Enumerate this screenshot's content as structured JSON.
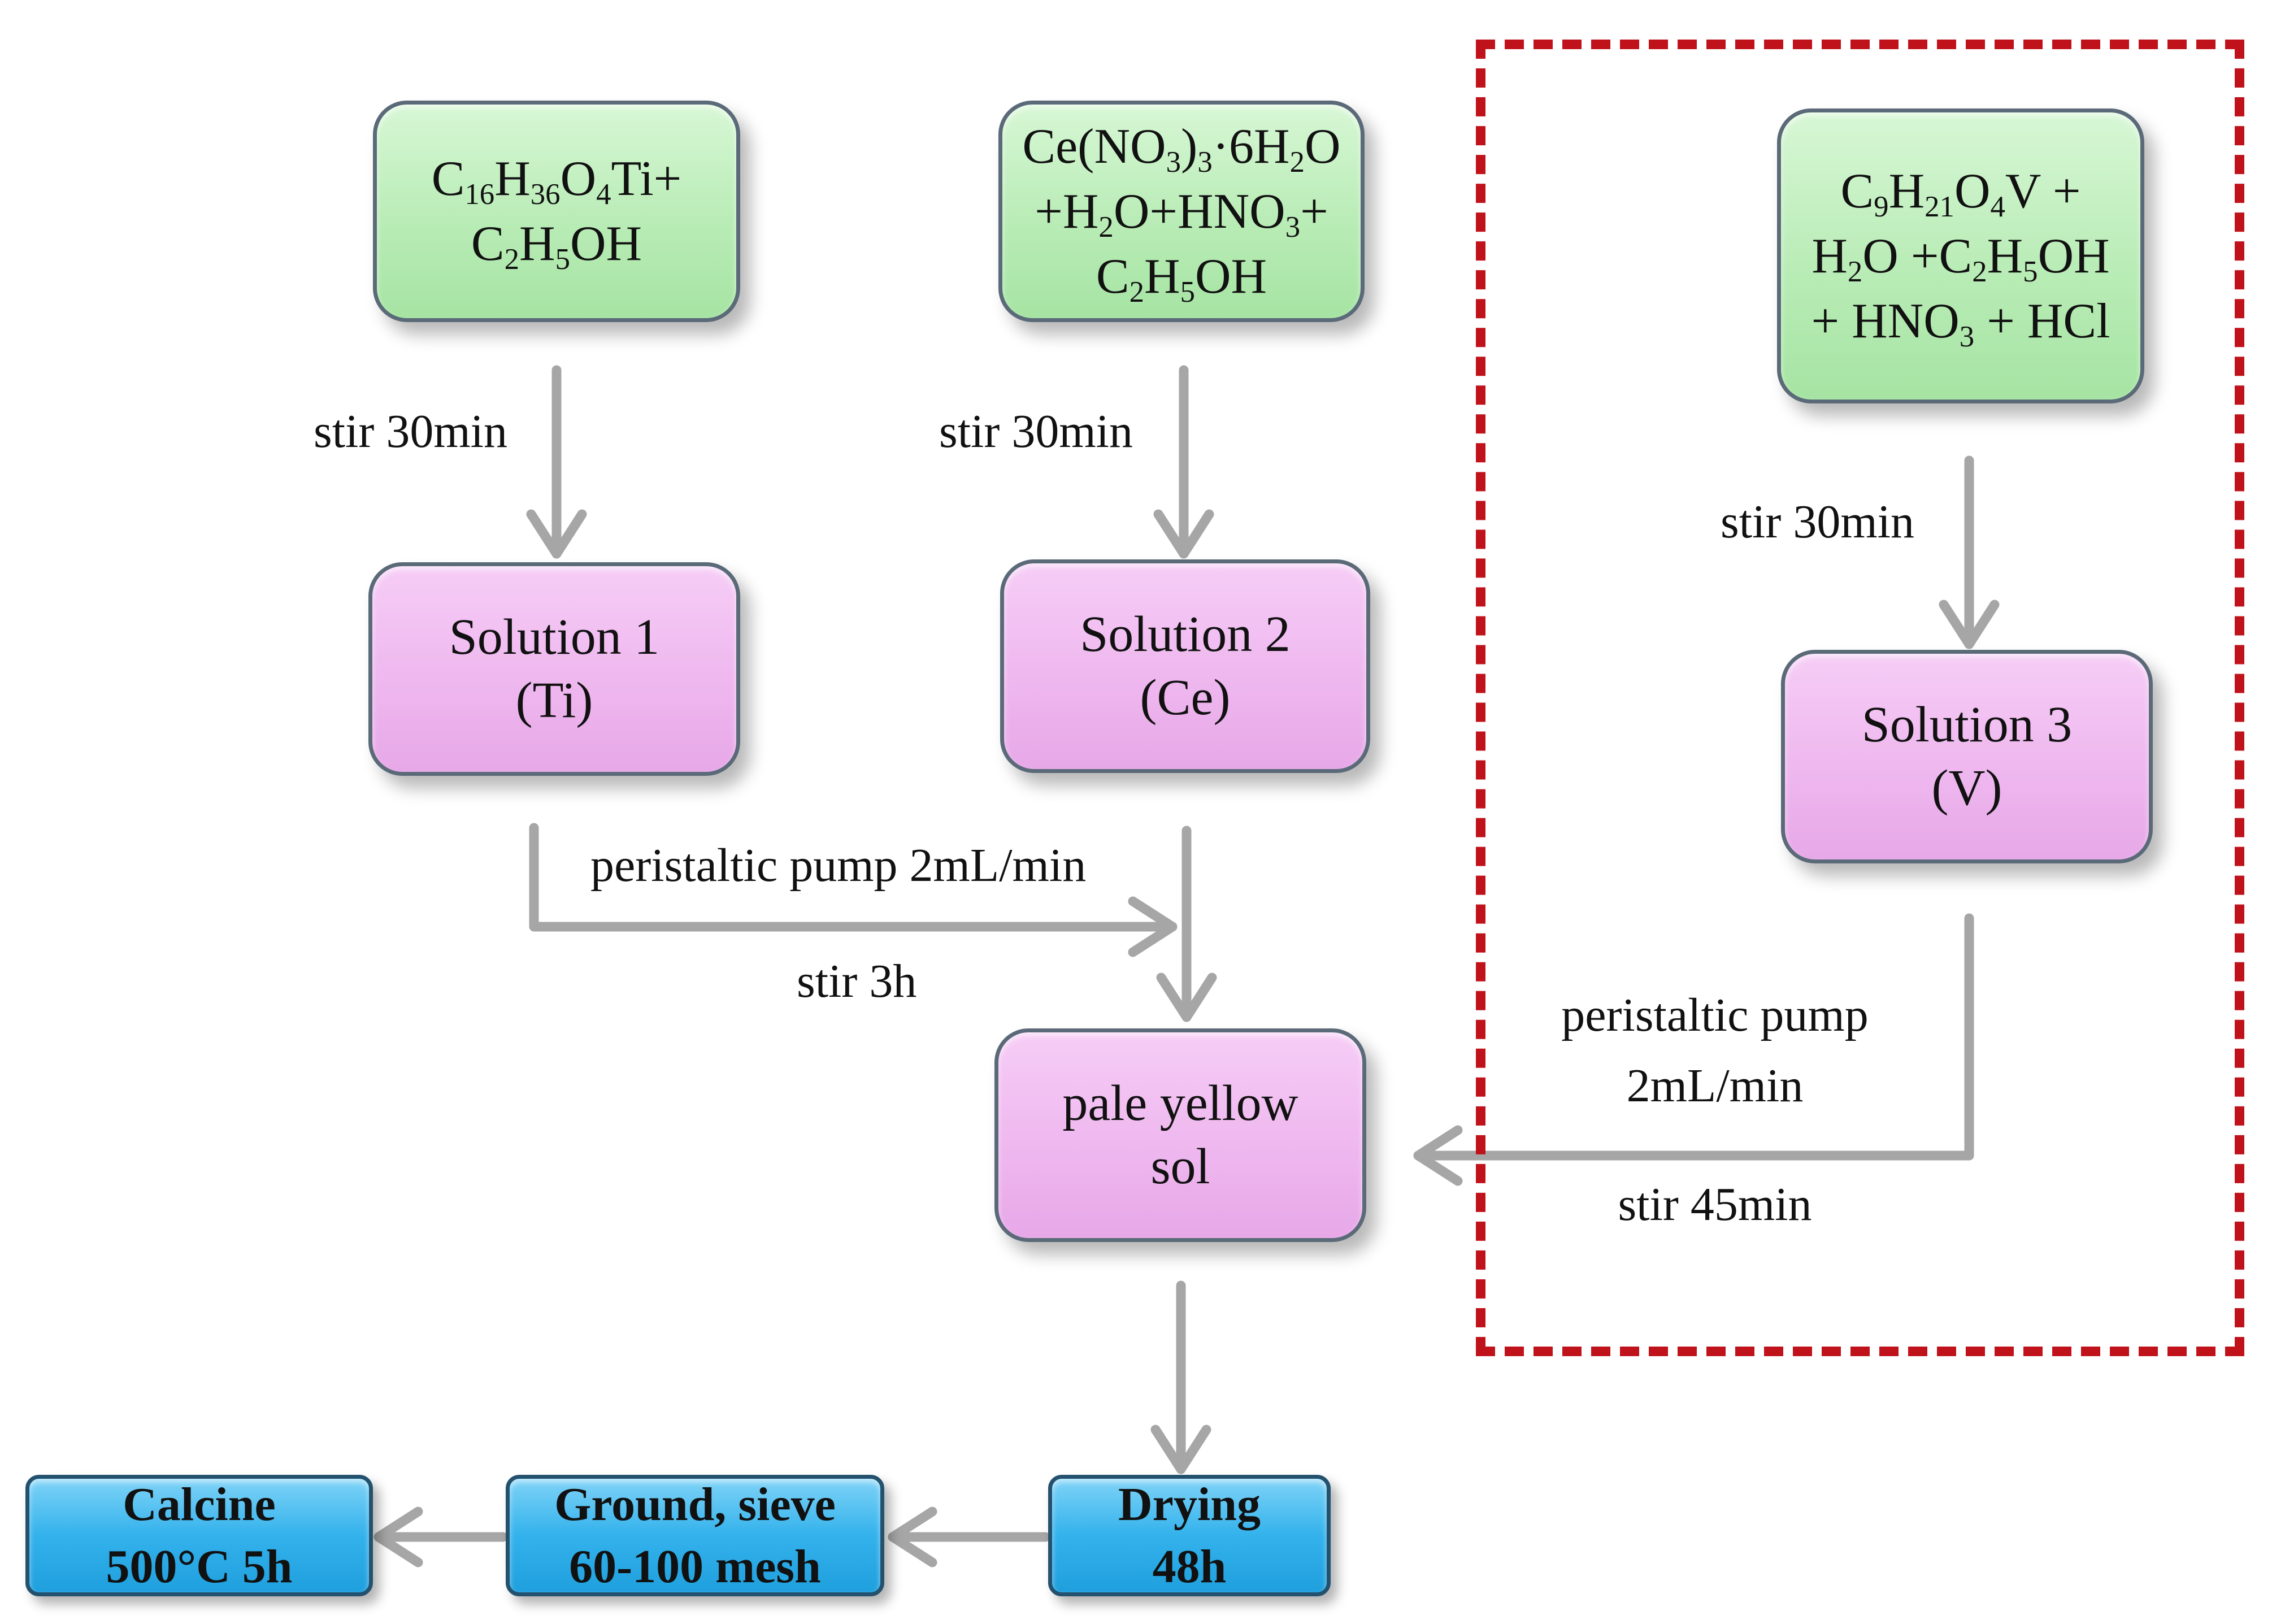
{
  "boxes": {
    "ti_precursor": {
      "formula": "C16H36O4Ti+",
      "line2": "C2H5OH"
    },
    "ce_precursor": {
      "line1": "Ce(NO3)3·6H2O",
      "line2": "+H2O+HNO3+",
      "line3": "C2H5OH"
    },
    "v_precursor": {
      "line1": "C9H21O4V +",
      "line2": "H2O +C2H5OH",
      "line3": "+ HNO3 + HCl"
    },
    "solution1": {
      "line1": "Solution 1",
      "line2": "(Ti)"
    },
    "solution2": {
      "line1": "Solution 2",
      "line2": "(Ce)"
    },
    "solution3": {
      "line1": "Solution 3",
      "line2": "(V)"
    },
    "sol": {
      "line1": "pale yellow",
      "line2": "sol"
    },
    "drying": {
      "line1": "Drying",
      "line2": "48h"
    },
    "ground": {
      "line1": "Ground, sieve",
      "line2": "60-100 mesh"
    },
    "calcine": {
      "line1": "Calcine",
      "line2": "500°C 5h"
    }
  },
  "labels": {
    "stir_ti": "stir 30min",
    "stir_ce": "stir 30min",
    "stir_v": "stir 30min",
    "pump_ti": "peristaltic  pump  2mL/min",
    "stir_3h": "stir 3h",
    "pump_v_1": "peristaltic  pump",
    "pump_v_2": "2mL/min",
    "stir_45": "stir 45min"
  },
  "colors": {
    "green_fill": "#b9ecb6",
    "pink_fill": "#eeb6ee",
    "blue_fill": "#33b2ec",
    "arrow": "#a6a6a6",
    "dashed_frame": "#c0121b"
  }
}
